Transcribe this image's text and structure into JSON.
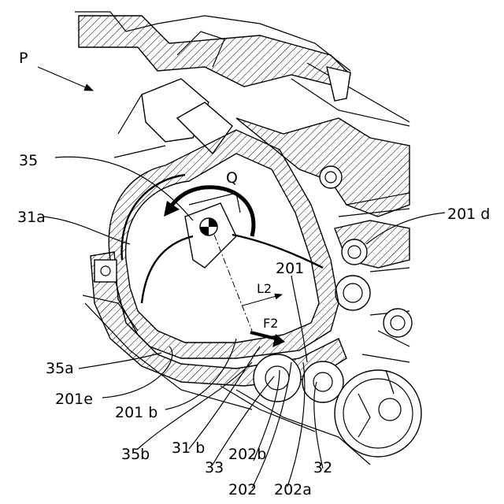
{
  "figure_label": "P",
  "callouts": {
    "c35": "35",
    "cQ": "Q",
    "c31a": "31a",
    "c201d": "201 d",
    "c201": "201",
    "cL2": "L2",
    "cF2": "F2",
    "c35a": "35a",
    "c201e": "201e",
    "c201b": "201 b",
    "c35b": "35b",
    "c31b": "31 b",
    "c33": "33",
    "c202b": "202b",
    "c202": "202",
    "c202a": "202a",
    "c32": "32"
  }
}
